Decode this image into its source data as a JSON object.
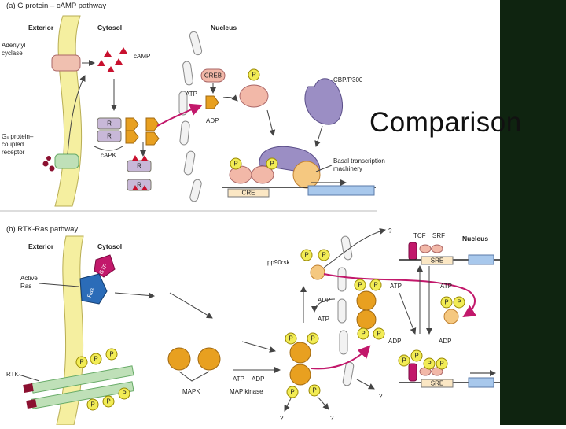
{
  "panel_a": {
    "title": "(a)  G protein – cAMP pathway",
    "headers": {
      "exterior": "Exterior",
      "cytosol": "Cytosol",
      "nucleus": "Nucleus"
    },
    "labels": {
      "adenylyl_cyclase": "Adenylyl cyclase",
      "camp": "cAMP",
      "gs_line1": "Gₛ protein–",
      "gs_line2": "coupled",
      "gs_line3": "receptor",
      "r": "R",
      "capk": "cAPK",
      "creb": "CREB",
      "p": "P",
      "atp": "ATP",
      "adp": "ADP",
      "cbp": "CBP/P300",
      "basal_line1": "Basal transcription",
      "basal_line2": "machinery",
      "cre": "CRE"
    }
  },
  "panel_b": {
    "title": "(b)  RTK-Ras pathway",
    "headers": {
      "exterior": "Exterior",
      "cytosol": "Cytosol",
      "nucleus": "Nucleus"
    },
    "labels": {
      "gtp": "GTP",
      "ras": "Ras",
      "active_ras_line1": "Active",
      "active_ras_line2": "Ras",
      "rtk": "RTK",
      "p": "P",
      "mapk": "MAPK",
      "map_kinase": "MAP kinase",
      "atp": "ATP",
      "adp": "ADP",
      "p90rsk": "pp90rsk",
      "tcf": "TCF",
      "srf": "SRF",
      "sre": "SRE",
      "question": "?"
    }
  },
  "slide": {
    "caption": "Comparison"
  },
  "colors": {
    "membrane": "#f5efa0",
    "kinase": "#e8a020",
    "phospho": "#f2ec55",
    "accent": "#c2186b",
    "sidebar": "#0f2410"
  }
}
